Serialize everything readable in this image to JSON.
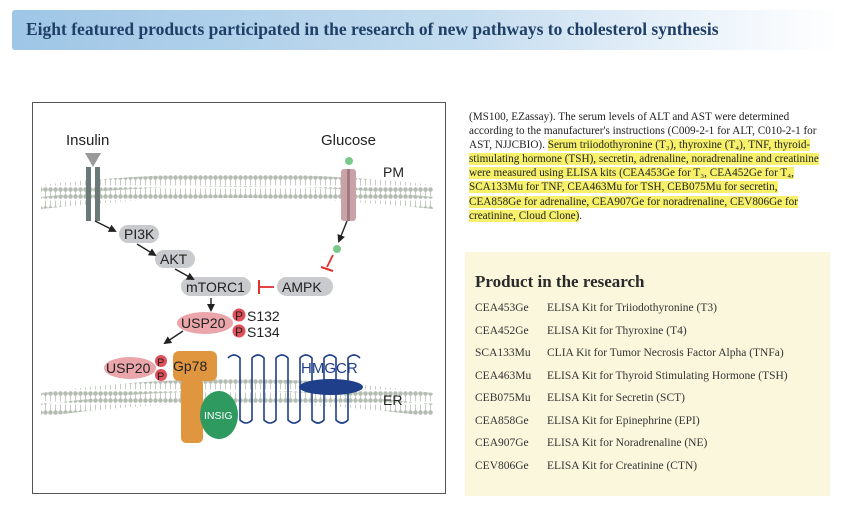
{
  "banner": {
    "title": "Eight featured products participated in the research of new pathways to cholesterol synthesis"
  },
  "diagram": {
    "labels": {
      "insulin": "Insulin",
      "glucose": "Glucose",
      "pm": "PM",
      "pi3k": "PI3K",
      "akt": "AKT",
      "mtorc1": "mTORC1",
      "ampk": "AMPK",
      "usp20_top": "USP20",
      "phospho_p1": "P",
      "phospho_p2": "P",
      "s132": "S132",
      "s134": "S134",
      "usp20_bottom": "USP20",
      "phospho_p3": "P",
      "phospho_p4": "P",
      "gp78": "Gp78",
      "insig": "INSIG",
      "hmgcr": "HMGCR",
      "er": "ER"
    },
    "colors": {
      "membrane": "#b4bdb1",
      "node_gray": "#c9cacd",
      "usp20_pink": "#eaa6aa",
      "phospho_red": "#e0505a",
      "gp78_orange": "#e0953f",
      "insig_green": "#2f9a60",
      "hmgcr_blue": "#1f3f8a",
      "inhibit_red": "#e03030"
    }
  },
  "excerpt": {
    "part1": "(MS100, EZassay). The serum levels of ALT and AST were determined according to the manufacturer's instructions (C009-2-1 for ALT, C010-2-1 for AST, NJJCBIO). ",
    "highlight": "Serum triiodothyronine (T₃), thyroxine (T₄), TNF, thyroid-stimulating hormone (TSH), secretin, adrenaline, noradrenaline and creatinine were measured using ELISA kits (CEA453Ge for T₃, CEA452Ge for T₄, SCA133Mu for TNF, CEA463Mu for TSH, CEB075Mu for secretin, CEA858Ge for adrenaline, CEA907Ge for noradrenaline, CEV806Ge for creatinine, Cloud Clone)",
    "part2": "."
  },
  "products": {
    "title": "Product in the research",
    "items": [
      {
        "code": "CEA453Ge",
        "name": "ELISA Kit for Triiodothyronine (T3)"
      },
      {
        "code": "CEA452Ge",
        "name": "ELISA Kit for Thyroxine (T4)"
      },
      {
        "code": "SCA133Mu",
        "name": "CLIA Kit for Tumor Necrosis Factor Alpha (TNFa)"
      },
      {
        "code": "CEA463Mu",
        "name": "ELISA Kit for Thyroid Stimulating Hormone (TSH)"
      },
      {
        "code": "CEB075Mu",
        "name": "ELISA Kit for Secretin (SCT)"
      },
      {
        "code": "CEA858Ge",
        "name": "ELISA Kit for Epinephrine (EPI)"
      },
      {
        "code": "CEA907Ge",
        "name": "ELISA Kit for Noradrenaline (NE)"
      },
      {
        "code": "CEV806Ge",
        "name": "ELISA Kit for Creatinine (CTN)"
      }
    ]
  }
}
